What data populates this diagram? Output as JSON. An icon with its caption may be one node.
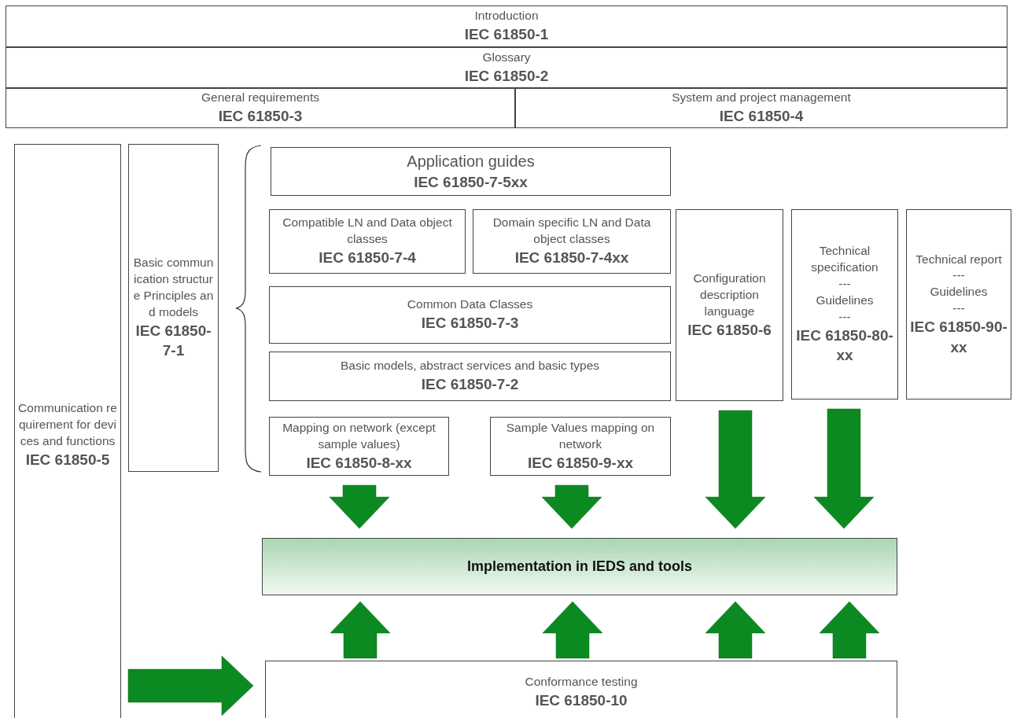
{
  "diagram": {
    "nodes": [
      {
        "text": [
          "Introduction",
          "IEC 61850-1"
        ]
      },
      {
        "text": [
          "Glossary",
          "IEC 61850-2"
        ]
      },
      {
        "text": [
          "General requirements",
          "IEC 61850-3"
        ]
      },
      {
        "text": [
          "System and project management",
          "IEC 61850-4"
        ]
      },
      {
        "text": [
          "Communication requirement for devices and functions",
          "IEC 61850-5"
        ]
      },
      {
        "text": [
          "Basic communication structure Principles and models",
          "IEC 61850-7-1"
        ]
      },
      {
        "text": [
          "Application guides",
          "IEC 61850-7-5xx"
        ]
      },
      {
        "text": [
          "Compatible LN and Data object classes",
          "IEC 61850-7-4"
        ]
      },
      {
        "text": [
          "Domain specific LN and Data object classes",
          "IEC 61850-7-4xx"
        ]
      },
      {
        "text": [
          "Common Data Classes",
          "IEC 61850-7-3"
        ]
      },
      {
        "text": [
          "Basic models, abstract services and basic types",
          "IEC 61850-7-2"
        ]
      },
      {
        "text": [
          "Configuration description language",
          "IEC 61850-6"
        ]
      },
      {
        "text": [
          "Technical specification",
          "---",
          "Guidelines",
          "---",
          "IEC 61850-80-xx"
        ]
      },
      {
        "text": [
          "Technical report",
          "---",
          "Guidelines",
          "---",
          "IEC 61850-90-xx"
        ]
      },
      {
        "text": [
          "Mapping on network (except sample values)",
          "IEC 61850-8-xx"
        ]
      },
      {
        "text": [
          "Sample Values mapping on network",
          "IEC 61850-9-xx"
        ]
      },
      {
        "text": [
          "Implementation in IEDS and tools"
        ]
      },
      {
        "text": [
          "Conformance testing",
          "IEC 61850-10"
        ]
      }
    ],
    "edges": [
      {
        "from": 14,
        "to": 16,
        "arrow": "to",
        "style": "thick"
      },
      {
        "from": 15,
        "to": 16,
        "arrow": "to",
        "style": "thick"
      },
      {
        "from": 11,
        "to": 16,
        "arrow": "to",
        "style": "thick"
      },
      {
        "from": 12,
        "to": 16,
        "arrow": "to",
        "style": "thick"
      },
      {
        "from": 17,
        "to": 16,
        "arrow": "to",
        "style": "thick"
      },
      {
        "from": 17,
        "to": 16,
        "arrow": "to",
        "style": "thick"
      },
      {
        "from": 17,
        "to": 16,
        "arrow": "to",
        "style": "thick"
      },
      {
        "from": 17,
        "to": 16,
        "arrow": "to",
        "style": "thick"
      },
      {
        "from": 4,
        "to": 17,
        "arrow": "to",
        "style": "thick"
      }
    ]
  }
}
